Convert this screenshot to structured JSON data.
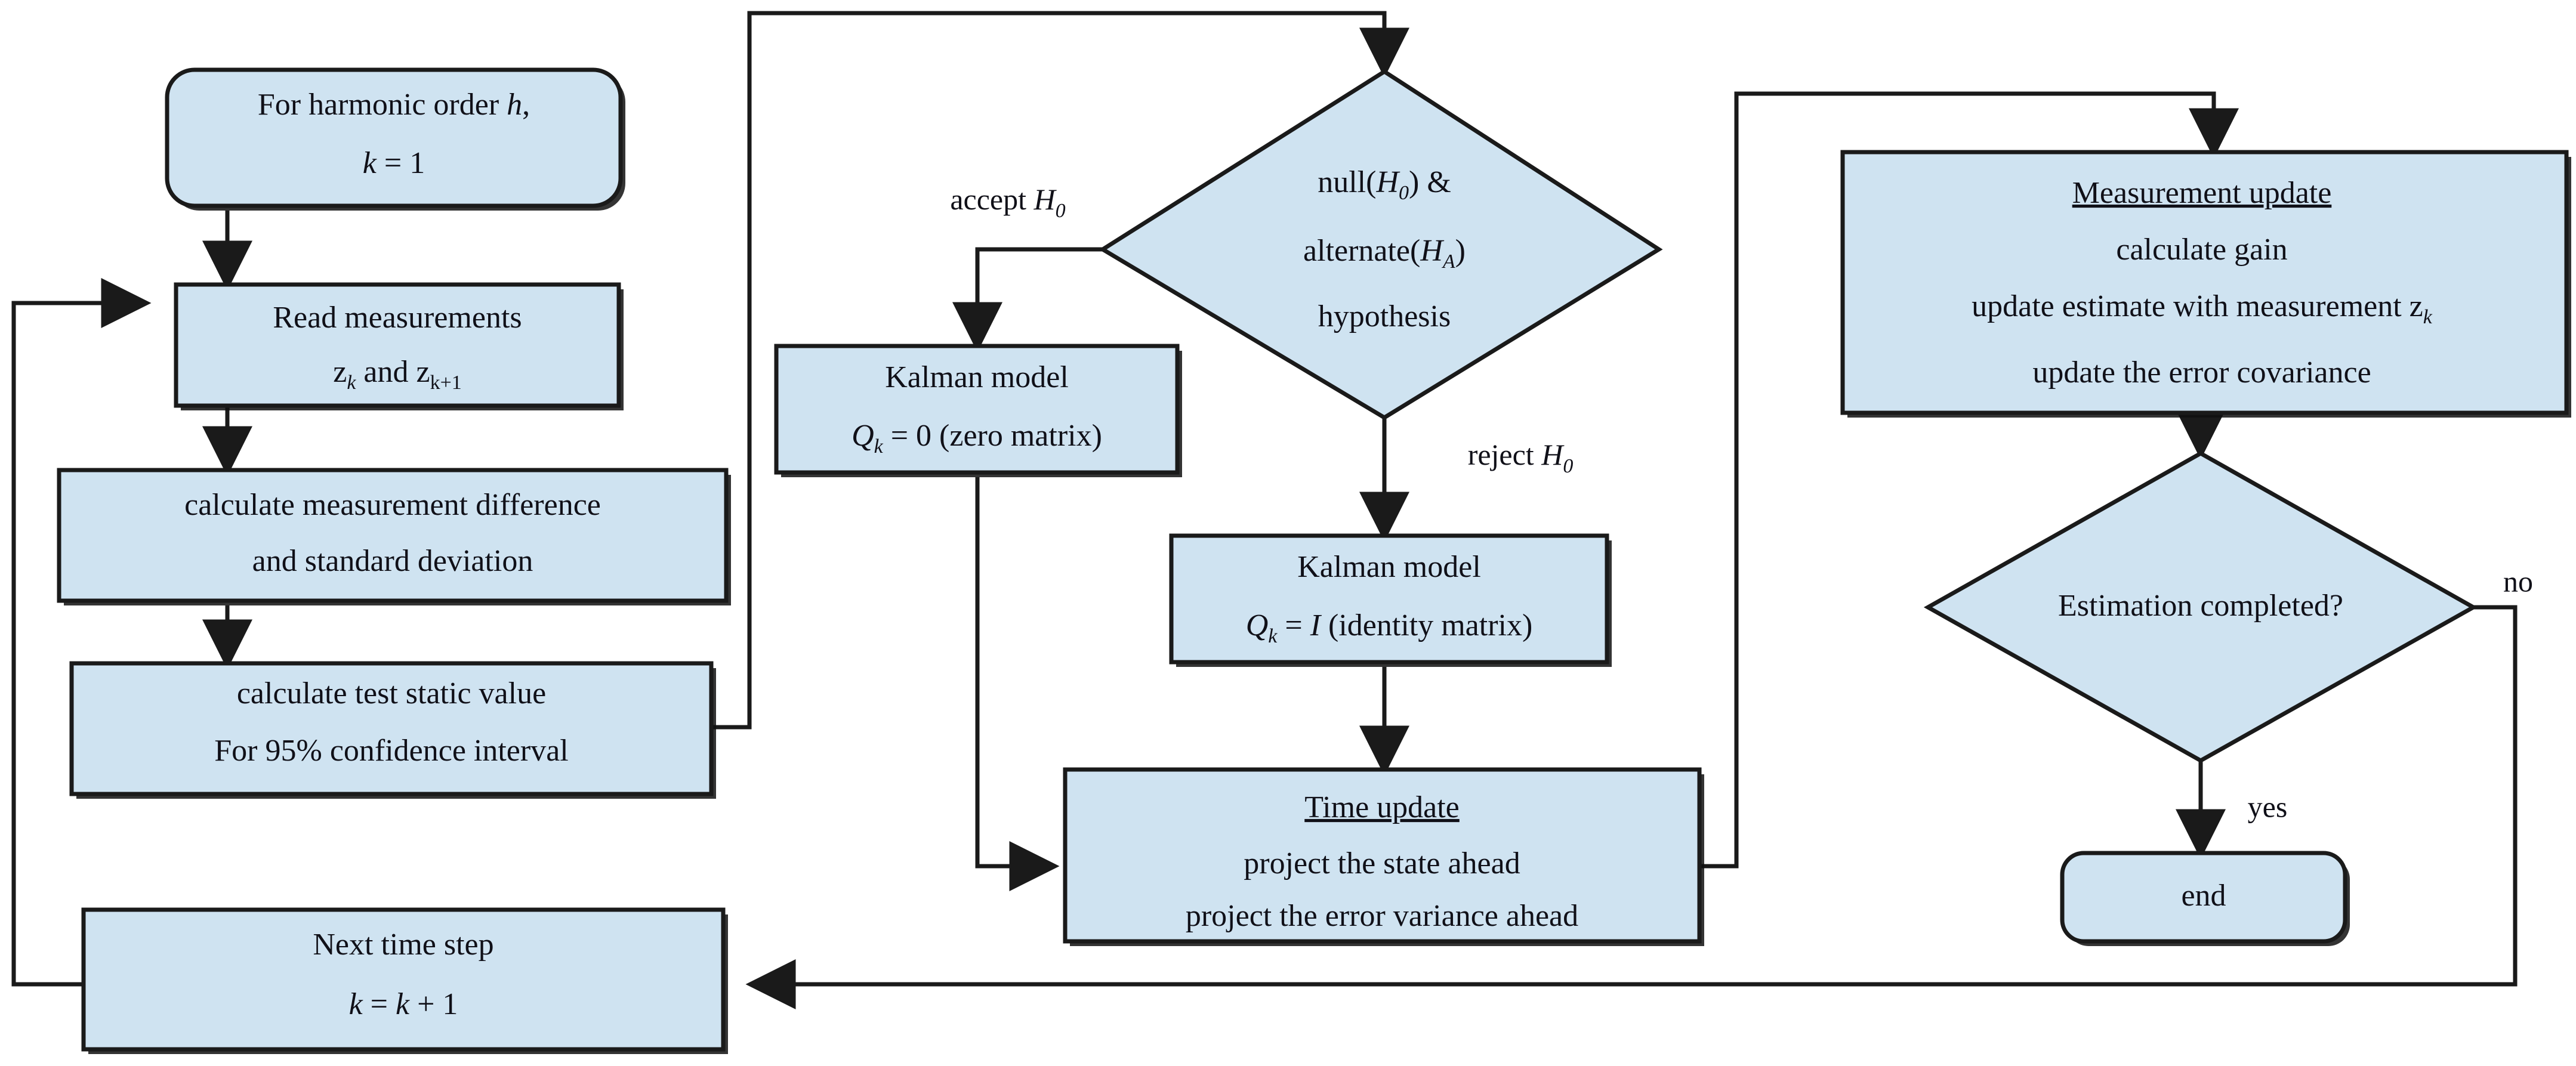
{
  "diagram": {
    "title": "Harmonic order Kalman filter hypothesis-testing flowchart",
    "colors": {
      "node_fill": "#cfe3f1",
      "node_stroke": "#1a1a1a",
      "edge_stroke": "#1a1a1a",
      "background": "#ffffff",
      "text": "#101018"
    }
  },
  "nodes": {
    "start": {
      "shape": "rounded-rectangle",
      "line1_a": "For harmonic order ",
      "line1_b": "h",
      "line1_c": ",",
      "line2_a": "k",
      "line2_b": " = 1"
    },
    "read_measurements": {
      "shape": "rectangle",
      "line1": "Read measurements",
      "line2_a": "z",
      "line2_sub1": "k",
      "line2_b": " and z",
      "line2_sub2": "k+1"
    },
    "calc_difference": {
      "shape": "rectangle",
      "line1": "calculate measurement difference",
      "line2": "and standard deviation"
    },
    "calc_test_static": {
      "shape": "rectangle",
      "line1": "calculate test static value",
      "line2": "For 95% confidence interval"
    },
    "next_time_step": {
      "shape": "rectangle",
      "line1": "Next time step",
      "line2_a": "k",
      "line2_b": " = ",
      "line2_c": "k",
      "line2_d": " + 1"
    },
    "hypothesis_decision": {
      "shape": "diamond",
      "line1_a": "null(",
      "line1_b": "H",
      "line1_sub": "0",
      "line1_c": ") &",
      "line2_a": "alternate(",
      "line2_b": "H",
      "line2_sub": "A",
      "line2_c": ")",
      "line3": "hypothesis"
    },
    "kalman_zero": {
      "shape": "rectangle",
      "line1": "Kalman model",
      "line2_a": "Q",
      "line2_sub": "k",
      "line2_b": " = 0 (zero matrix)"
    },
    "kalman_identity": {
      "shape": "rectangle",
      "line1": "Kalman model",
      "line2_a": "Q",
      "line2_sub": "k",
      "line2_b": " = ",
      "line2_c": "I",
      "line2_d": " (identity matrix)"
    },
    "time_update": {
      "shape": "rectangle",
      "heading": "Time update",
      "line2": "project the state ahead",
      "line3": "project the error variance ahead"
    },
    "measurement_update": {
      "shape": "rectangle",
      "heading": "Measurement update",
      "line2": "calculate gain",
      "line3_a": "update estimate with measurement z",
      "line3_sub": "k",
      "line4": "update the error covariance"
    },
    "estimation_completed": {
      "shape": "diamond",
      "label": "Estimation completed?"
    },
    "end": {
      "shape": "rounded-rectangle",
      "label": "end"
    }
  },
  "edge_labels": {
    "accept_a": "accept ",
    "accept_b": "H",
    "accept_sub": "0",
    "reject_a": "reject ",
    "reject_b": "H",
    "reject_sub": "0",
    "no": "no",
    "yes": "yes"
  }
}
